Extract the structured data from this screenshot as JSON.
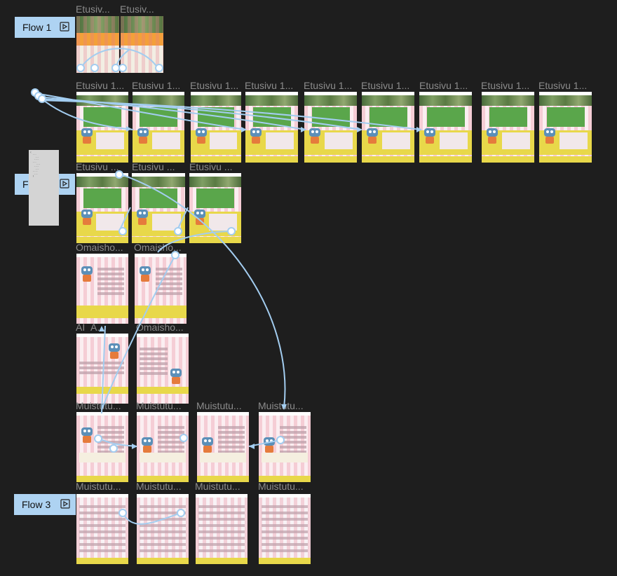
{
  "canvas": {
    "background": "#1e1e1e",
    "label_color": "#8c8c8c",
    "connector_color": "#a3cdf0",
    "flow_label_bg": "#aed3f2"
  },
  "flows": [
    {
      "name": "Flow 1",
      "icon": "play-flow-icon"
    },
    {
      "name": "Flow 2",
      "icon": "play-flow-icon"
    },
    {
      "name": "Flow 3",
      "icon": "play-flow-icon"
    }
  ],
  "frame_titles": {
    "r1_a": "Etusiv...",
    "r1_b": "Etusiv...",
    "r2_a": "Etusivu 1...",
    "r2_b": "Etusivu 1...",
    "r2_c": "Etusivu 1...",
    "r2_d": "Etusivu 1...",
    "r2_e": "Etusivu 1...",
    "r2_f": "Etusivu 1...",
    "r2_g": "Etusivu 1...",
    "r2_h": "Etusivu 1...",
    "r2_i": "Etusivu 1...",
    "r3_a": "Etusivu ...",
    "r3_b": "Etusivu ...",
    "r3_c": "Etusivu ...",
    "r4_a": "Omaisho...",
    "r4_b": "Omaisho...",
    "r5_a": "AI_A...",
    "r5_b": "Omaisho...",
    "r6_a": "Muistutu...",
    "r6_b": "Muistutu...",
    "r6_c": "Muistutu...",
    "r6_d": "Muistutu...",
    "r7_a": "Muistutu...",
    "r7_b": "Muistutu...",
    "r7_c": "Muistutu...",
    "r7_d": "Muistutu..."
  }
}
